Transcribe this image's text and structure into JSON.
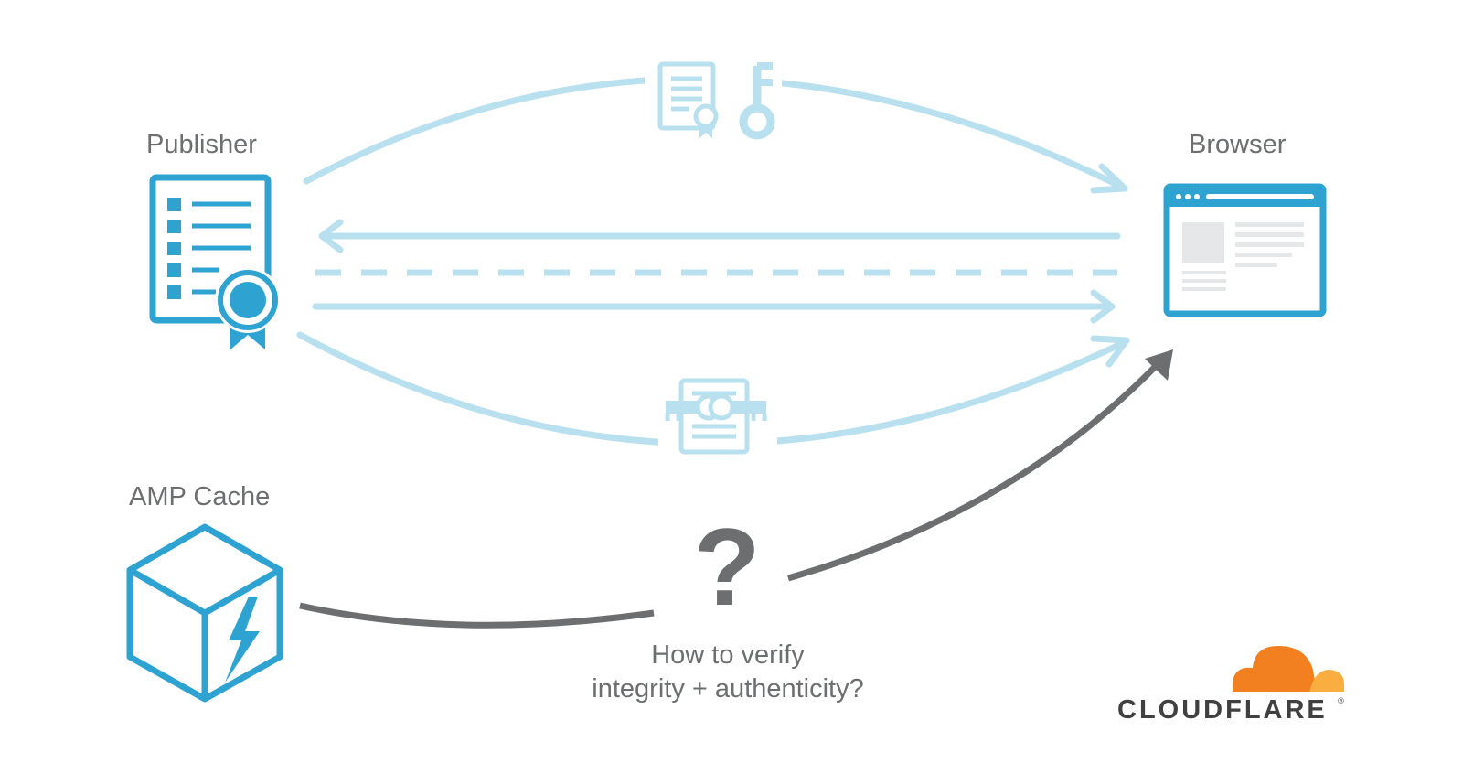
{
  "nodes": {
    "publisher": "Publisher",
    "browser": "Browser",
    "amp_cache": "AMP Cache"
  },
  "question": {
    "symbol": "?",
    "line1": "How to verify",
    "line2": "integrity + authenticity?"
  },
  "brand": {
    "name": "CLOUDFLARE",
    "reg": "®"
  },
  "colors": {
    "primary_blue": "#2ea3d2",
    "light_blue": "#b9e0ee",
    "gray": "#6d6e70",
    "dark_text": "#404041",
    "cloud_orange": "#f38020",
    "cloud_light_orange": "#faae40"
  },
  "icons": {
    "publisher": "certificate-document-icon",
    "browser": "browser-window-icon",
    "amp_cache": "lightning-box-icon",
    "certificate_key": "certificate-key-icon",
    "signed_document": "signed-document-icon",
    "brand_logo": "cloud-logo"
  }
}
